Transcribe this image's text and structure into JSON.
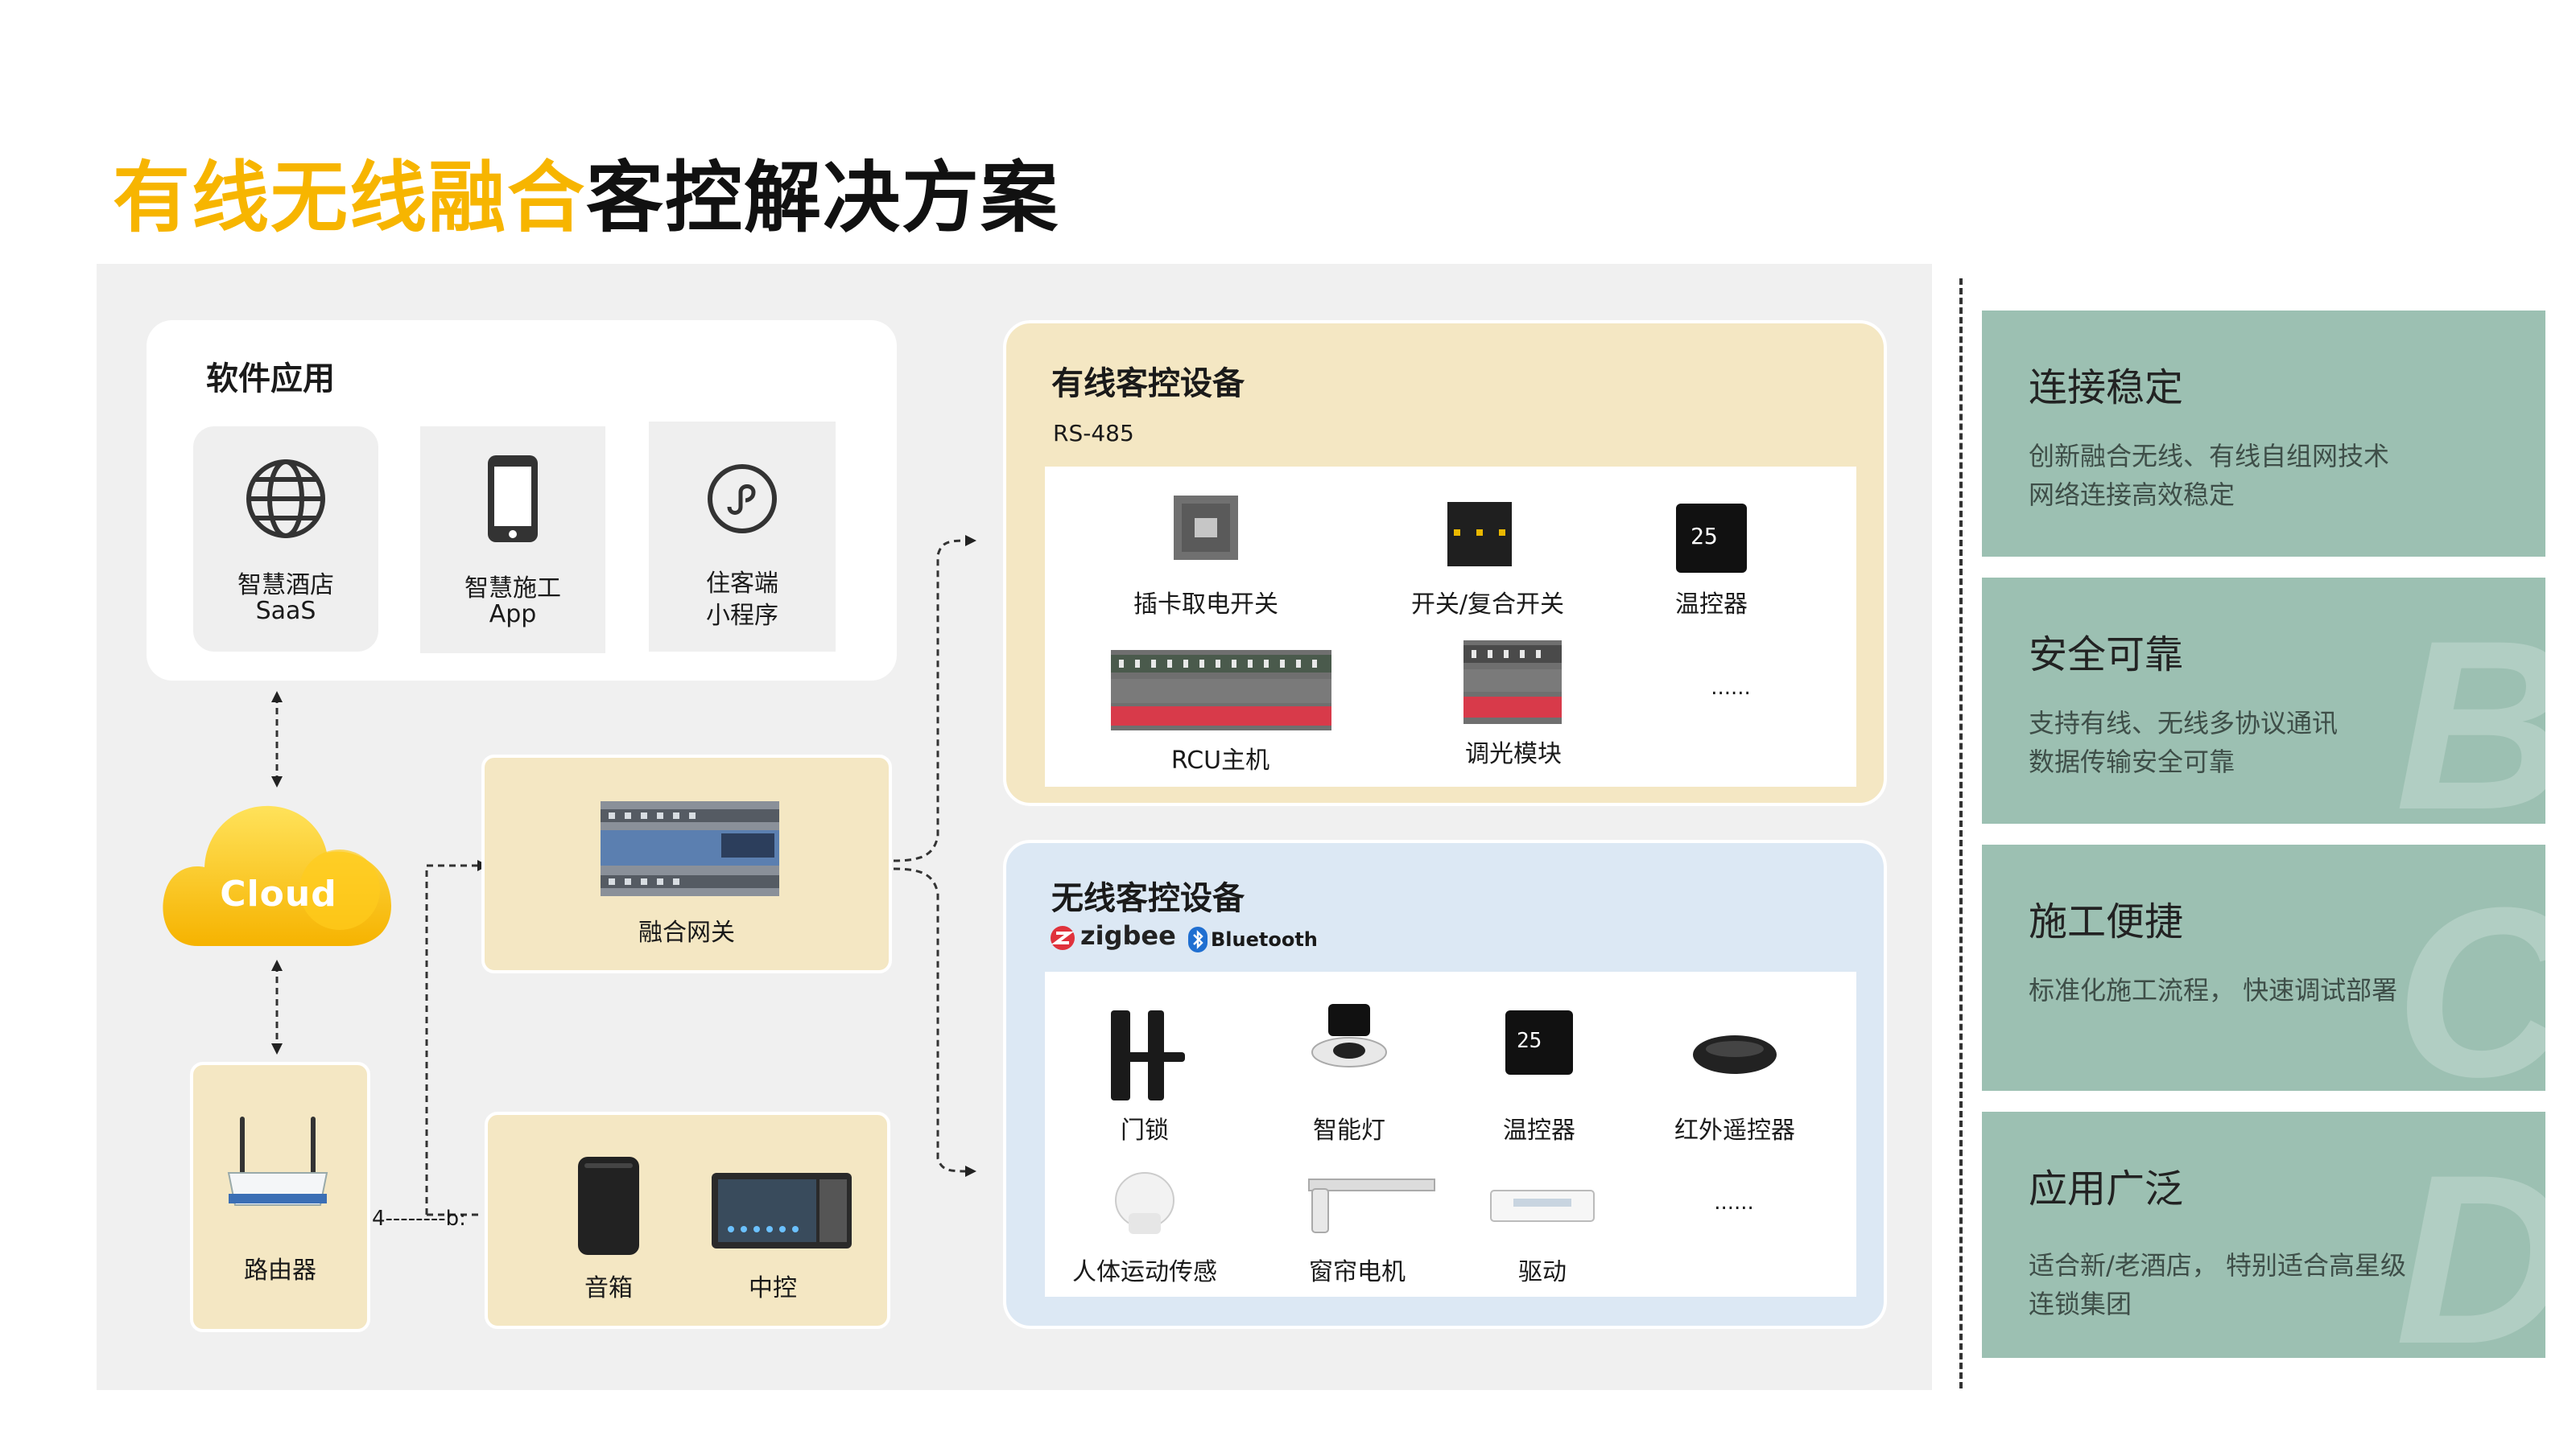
{
  "title": {
    "highlight": "有线无线融合",
    "rest": "客控解决方案"
  },
  "software": {
    "title": "软件应用",
    "items": [
      {
        "line1": "智慧酒店",
        "line2": "SaaS",
        "icon": "globe-icon"
      },
      {
        "line1": "智慧施工",
        "line2": "App",
        "icon": "smartphone-icon"
      },
      {
        "line1": "住客端",
        "line2": "小程序",
        "icon": "mini-program-icon"
      }
    ]
  },
  "cloud": {
    "label": "Cloud"
  },
  "gateway": {
    "label": "融合网关"
  },
  "router": {
    "label": "路由器",
    "port_label": "4--------b:"
  },
  "media": {
    "items": [
      {
        "label": "音箱"
      },
      {
        "label": "中控"
      }
    ]
  },
  "wired": {
    "title": "有线客控设备",
    "protocol": "RS-485",
    "devices": [
      "插卡取电开关",
      "开关/复合开关",
      "温控器",
      "RCU主机",
      "调光模块",
      "......"
    ]
  },
  "wireless": {
    "title": "无线客控设备",
    "protocols": [
      "zigbee",
      "Bluetooth"
    ],
    "devices": [
      "门锁",
      "智能灯",
      "温控器",
      "红外遥控器",
      "人体运动传感",
      "窗帘电机",
      "驱动",
      "......"
    ]
  },
  "features": [
    {
      "title": "连接稳定",
      "lines": [
        "创新融合无线、有线自组网技术",
        "网络连接高效稳定"
      ],
      "watermark": ""
    },
    {
      "title": "安全可靠",
      "lines": [
        "支持有线、无线多协议通讯",
        "数据传输安全可靠"
      ],
      "watermark": "B"
    },
    {
      "title": "施工便捷",
      "lines": [
        "标准化施工流程， 快速调试部署"
      ],
      "watermark": "C"
    },
    {
      "title": "应用广泛",
      "lines": [
        "适合新/老酒店， 特别适合高星级",
        "连锁集团"
      ],
      "watermark": "D"
    }
  ],
  "thermostat_display": "25",
  "colors": {
    "accent": "#f7b500",
    "panel": "#f0f0f0",
    "wired_bg": "#f4e7c3",
    "wireless_bg": "#dce8f4",
    "feature_bg": "#9cc0b2"
  }
}
